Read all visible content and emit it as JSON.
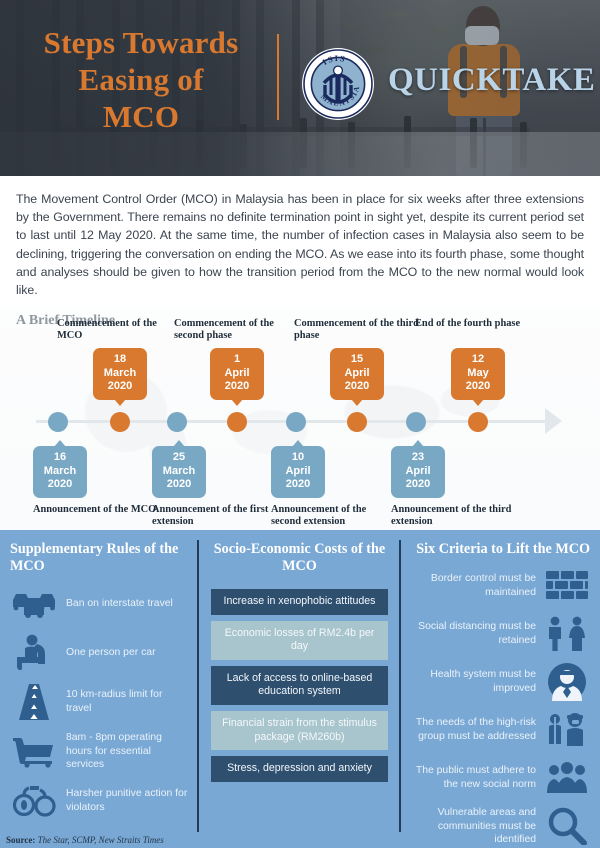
{
  "header": {
    "title_lines": [
      "Steps Towards",
      "Easing of",
      "MCO"
    ],
    "title": "Steps Towards Easing of MCO",
    "brand": "QUICKTAKE",
    "logo_top_text": "ISIS",
    "logo_bottom_text": "MALAYSIA",
    "accent_color": "#d9792f",
    "brand_color": "#b9d4e8"
  },
  "intro": {
    "paragraph": "The Movement Control Order (MCO) in Malaysia has been in place for six weeks after three extensions by the Government. There remains no definite termination point in sight yet, despite its current period set to last until 12 May 2020. At the same time, the number of infection cases in Malaysia also seem to be declining, triggering the conversation on ending the MCO. As we ease into its fourth phase, some thought and analyses should be given to how the transition period from the MCO to the new normal would look like.",
    "timeline_heading": "A Brief Timeline"
  },
  "timeline": {
    "orange_color": "#d9792f",
    "blue_color": "#79a8c4",
    "events_above": [
      {
        "label": "Commencement of the MCO",
        "day": "18",
        "month": "March",
        "year": "2020"
      },
      {
        "label": "Commencement of the second phase",
        "day": "1",
        "month": "April",
        "year": "2020"
      },
      {
        "label": "Commencement of the third phase",
        "day": "15",
        "month": "April",
        "year": "2020"
      },
      {
        "label": "End of the fourth phase",
        "day": "12",
        "month": "May",
        "year": "2020"
      }
    ],
    "events_below": [
      {
        "day": "16",
        "month": "March",
        "year": "2020",
        "label": "Announcement of the MCO"
      },
      {
        "day": "25",
        "month": "March",
        "year": "2020",
        "label": "Announcement of the first extension"
      },
      {
        "day": "10",
        "month": "April",
        "year": "2020",
        "label": "Announcement of the second extension"
      },
      {
        "day": "23",
        "month": "April",
        "year": "2020",
        "label": "Announcement of the third extension"
      }
    ]
  },
  "rules": {
    "title": "Supplementary Rules of the MCO",
    "items": [
      {
        "icon": "cars-icon",
        "text": "Ban on interstate travel"
      },
      {
        "icon": "driver-seat-icon",
        "text": "One person per car"
      },
      {
        "icon": "road-icon",
        "text": "10 km-radius limit for travel"
      },
      {
        "icon": "shopping-cart-icon",
        "text": "8am - 8pm operating hours for essential services"
      },
      {
        "icon": "handcuffs-icon",
        "text": "Harsher punitive action for violators"
      }
    ]
  },
  "costs": {
    "title": "Socio-Economic Costs of the MCO",
    "dark_color": "#2f4f6f",
    "light_color": "#a8c4cc",
    "items": [
      {
        "text": "Increase in xenophobic attitudes",
        "tone": "dark"
      },
      {
        "text": "Economic losses of RM2.4b per day",
        "tone": "light"
      },
      {
        "text": "Lack of access to online-based education system",
        "tone": "dark"
      },
      {
        "text": "Financial strain from the stimulus package (RM260b)",
        "tone": "light"
      },
      {
        "text": "Stress, depression and anxiety",
        "tone": "dark"
      }
    ]
  },
  "criteria": {
    "title": "Six Criteria to Lift the MCO",
    "items": [
      {
        "text": "Border control must be maintained",
        "icon": "brick-wall-icon"
      },
      {
        "text": "Social distancing must be retained",
        "icon": "man-woman-icon"
      },
      {
        "text": "Health system must be improved",
        "icon": "doctor-icon"
      },
      {
        "text": "The needs of the high-risk group must be addressed",
        "icon": "elderly-patient-icon"
      },
      {
        "text": "The public must adhere to the new social norm",
        "icon": "crowd-icon"
      },
      {
        "text": "Vulnerable areas and communities must be identified",
        "icon": "magnifier-icon"
      }
    ]
  },
  "footer": {
    "source_prefix": "Source:",
    "source_text": " The Star, SCMP, New Straits Times"
  }
}
